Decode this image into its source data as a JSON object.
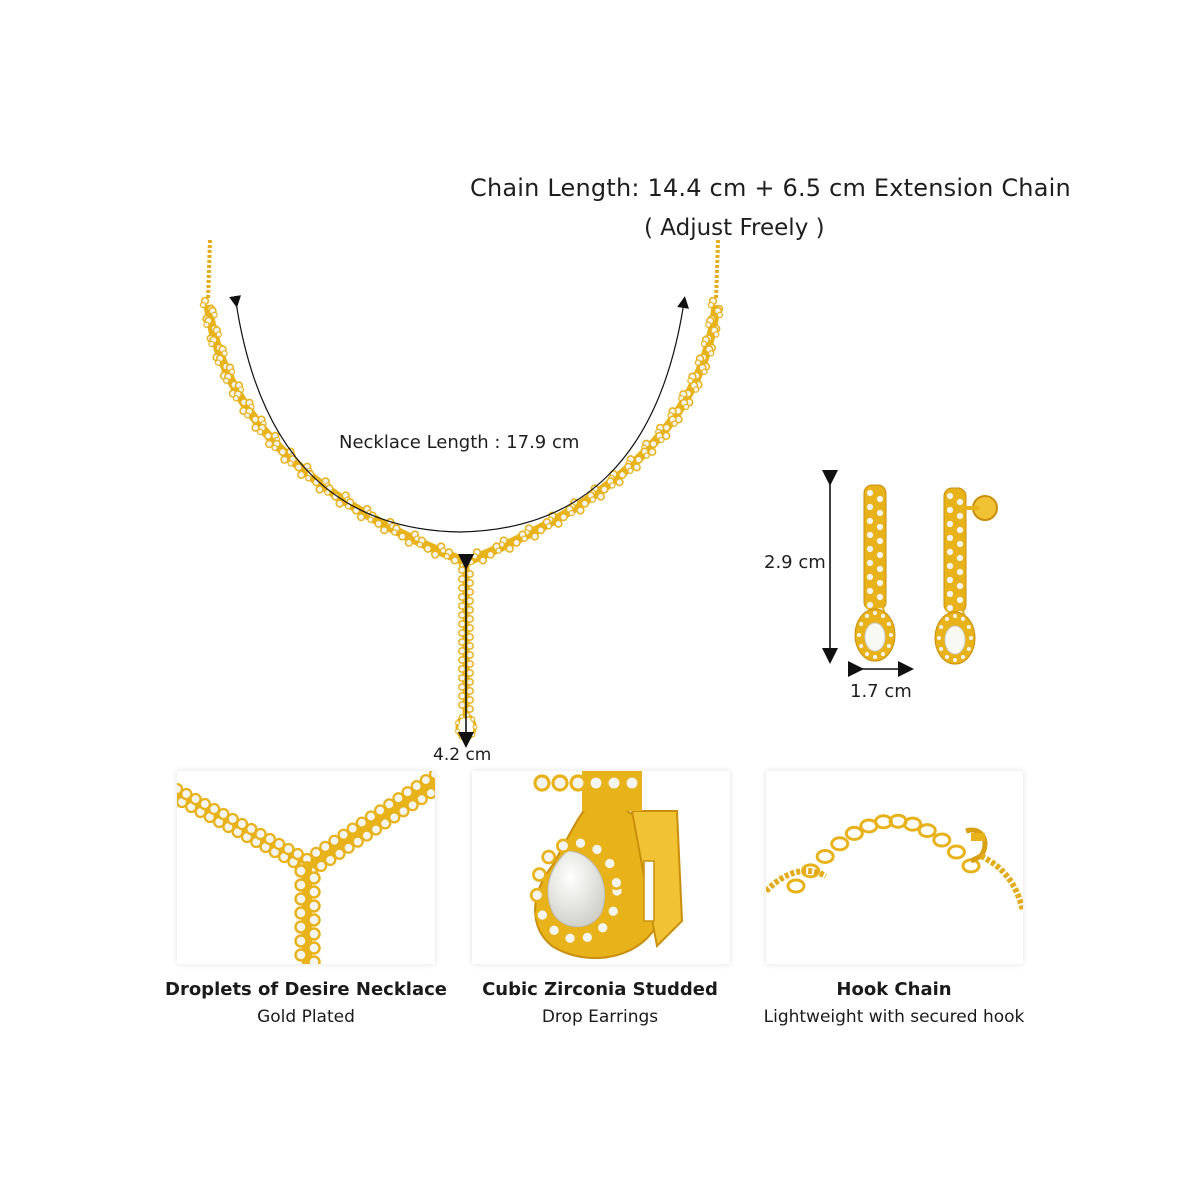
{
  "measurements": {
    "chain_length_line1": "Chain Length: 14.4 cm + 6.5 cm Extension Chain",
    "chain_length_line2": "( Adjust Freely )",
    "necklace_length": "Necklace Length : 17.9 cm",
    "pendant_length": "4.2 cm",
    "earring_height": "2.9 cm",
    "earring_width": "1.7 cm"
  },
  "features": [
    {
      "title": "Droplets of Desire Necklace",
      "subtitle": "Gold Plated",
      "icon": "necklace-closeup"
    },
    {
      "title": "Cubic Zirconia Studded",
      "subtitle": "Drop Earrings",
      "icon": "earring-closeup"
    },
    {
      "title": "Hook Chain",
      "subtitle": "Lightweight with secured hook",
      "icon": "hook-chain-closeup"
    }
  ],
  "colors": {
    "gold": "#e8b21a",
    "gold_dark": "#c98f0c",
    "stone": "#f4f4f0",
    "annotation": "#111111"
  }
}
